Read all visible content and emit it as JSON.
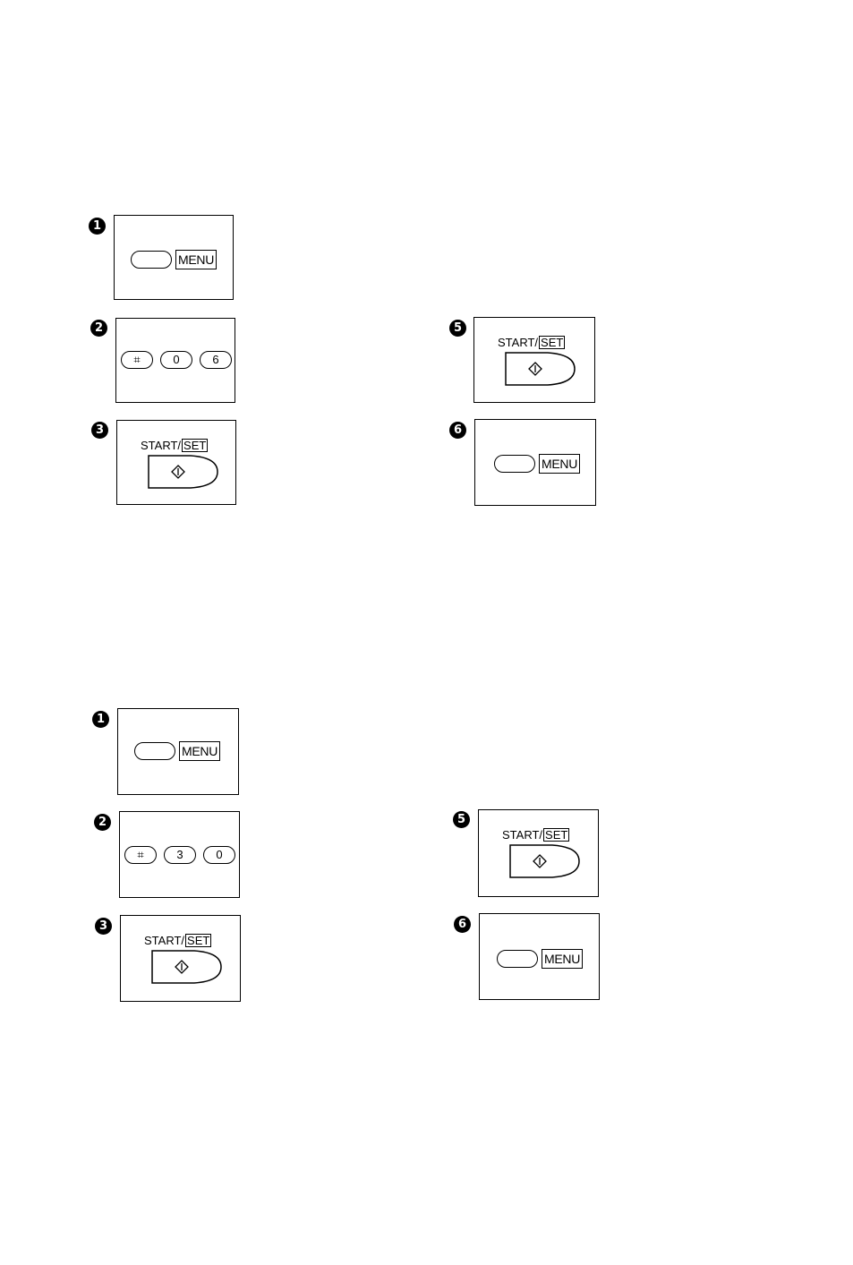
{
  "keys": {
    "menu_label": "MENU",
    "start_label": "START/",
    "set_label": "SET",
    "hash_label": "⌗"
  },
  "section1": {
    "steps": [
      {
        "number": "1",
        "type": "menu"
      },
      {
        "number": "2",
        "type": "digits",
        "digits": [
          "0",
          "6"
        ]
      },
      {
        "number": "3",
        "type": "start"
      },
      {
        "number": "5",
        "type": "start"
      },
      {
        "number": "6",
        "type": "menu"
      }
    ]
  },
  "section2": {
    "steps": [
      {
        "number": "1",
        "type": "menu"
      },
      {
        "number": "2",
        "type": "digits",
        "digits": [
          "3",
          "0"
        ]
      },
      {
        "number": "3",
        "type": "start"
      },
      {
        "number": "5",
        "type": "start"
      },
      {
        "number": "6",
        "type": "menu"
      }
    ]
  }
}
